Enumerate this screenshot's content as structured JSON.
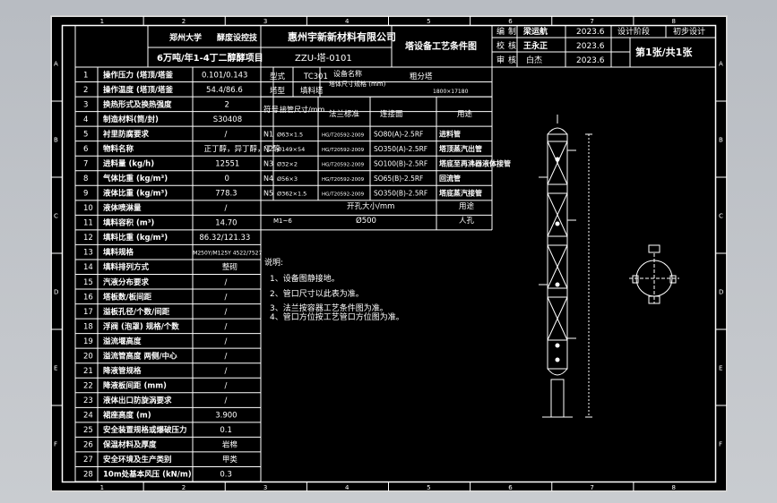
{
  "frame": {
    "columns": [
      "1",
      "2",
      "3",
      "4",
      "5",
      "6",
      "7",
      "8"
    ],
    "rows": [
      "A",
      "B",
      "C",
      "D",
      "E",
      "F"
    ]
  },
  "title_block": {
    "school": "郑州大学",
    "dept_label": "酵废设控技",
    "company": "惠州宇新新材料有限公司",
    "project": "6万吨/年1-4丁二醇酵项目",
    "drawing_no": "ZZU-塔-0101",
    "drawing_title": "塔设备工艺条件图",
    "role_draw": "编",
    "role_draw2": "制",
    "name_draw": "梁运航",
    "date_draw": "2023.6",
    "stage_label": "设计阶段",
    "stage_value": "初步设计",
    "role_check": "校",
    "role_check2": "核",
    "name_check": "王永正",
    "date_check": "2023.6",
    "role_review": "审",
    "role_review2": "核",
    "name_review": "白杰",
    "date_review": "2023.6",
    "sheet": "第1张/共1张"
  },
  "params": [
    {
      "no": "1",
      "name": "操作压力 (塔顶/塔釜",
      "value": "0.101/0.143"
    },
    {
      "no": "2",
      "name": "操作温度 (塔顶/塔釜",
      "value": "54.4/86.6"
    },
    {
      "no": "3",
      "name": "换热形式及换热强度",
      "value": "2"
    },
    {
      "no": "4",
      "name": "制造材料(筒/封)",
      "value": "S30408"
    },
    {
      "no": "5",
      "name": "衬里防腐要求",
      "value": "/"
    },
    {
      "no": "6",
      "name": "物料名称",
      "value": "正丁醇，异丁醇，丁醇"
    },
    {
      "no": "7",
      "name": "进料量 (kg/h)",
      "value": "12551"
    },
    {
      "no": "8",
      "name": "气体比重 (kg/m³)",
      "value": "0"
    },
    {
      "no": "9",
      "name": "液体比重 (kg/m³)",
      "value": "778.3"
    },
    {
      "no": "10",
      "name": "液体喷淋量",
      "value": "/"
    },
    {
      "no": "11",
      "name": "填料容积 (m³)",
      "value": "14.70"
    },
    {
      "no": "12",
      "name": "填料比重 (kg/m³)",
      "value": "86.32/121.33"
    },
    {
      "no": "13",
      "name": "填料规格",
      "value": "M250Y/M125Y 4522/7527"
    },
    {
      "no": "14",
      "name": "填料排列方式",
      "value": "整砌"
    },
    {
      "no": "15",
      "name": "汽液分布要求",
      "value": "/"
    },
    {
      "no": "16",
      "name": "塔板数/板间距",
      "value": "/"
    },
    {
      "no": "17",
      "name": "溢板孔径/个数/间距",
      "value": "/"
    },
    {
      "no": "18",
      "name": "浮阀 (泡罩) 规格/个数",
      "value": "/"
    },
    {
      "no": "19",
      "name": "溢流堰高度",
      "value": "/"
    },
    {
      "no": "20",
      "name": "溢流管高度 两侧/中心",
      "value": "/"
    },
    {
      "no": "21",
      "name": "降液管规格",
      "value": "/"
    },
    {
      "no": "22",
      "name": "降液板间距 (mm)",
      "value": "/"
    },
    {
      "no": "23",
      "name": "液体出口防旋涡要求",
      "value": "/"
    },
    {
      "no": "24",
      "name": "裙座高度 (m)",
      "value": "3.900"
    },
    {
      "no": "25",
      "name": "安全装置规格或爆破压力",
      "value": "0.1"
    },
    {
      "no": "26",
      "name": "保温材料及厚度",
      "value": "岩棉"
    },
    {
      "no": "27",
      "name": "安全环境及生产类别",
      "value": "甲类"
    },
    {
      "no": "28",
      "name": "10m处基本风压 (kN/m)",
      "value": "0.3"
    }
  ],
  "header_row": {
    "type_label": "型式",
    "type_value": "TC301",
    "equip_name_label": "设备名称",
    "equip_name_value": "粗分塔",
    "spec_label": "塔体尺寸规格 (mm)",
    "spec_value": "1800×17180",
    "model_label": "塔型",
    "model_value": "填料塔"
  },
  "nozzle_headers": {
    "sym": "符号",
    "size": "接管尺寸/mm",
    "std": "法兰标准",
    "face": "连接面",
    "use": "用途"
  },
  "nozzles": [
    {
      "sym": "N1",
      "size": "Ø63×1.5",
      "std": "HG/T20592-2009",
      "face": "SO80(A)-2.5RF",
      "use": "进料管"
    },
    {
      "sym": "N2",
      "size": "Ø149×54",
      "std": "HG/T20592-2009",
      "face": "SO350(A)-2.5RF",
      "use": "塔顶蒸汽出管"
    },
    {
      "sym": "N3",
      "size": "Ø32×2",
      "std": "HG/T20592-2009",
      "face": "SO100(B)-2.5RF",
      "use": "塔底至再沸器液体接管"
    },
    {
      "sym": "N4",
      "size": "Ø56×3",
      "std": "HG/T20592-2009",
      "face": "SO65(B)-2.5RF",
      "use": "回流管"
    },
    {
      "sym": "N5",
      "size": "Ø362×1.5",
      "std": "HG/T20592-2009",
      "face": "SO350(B)-2.5RF",
      "use": "塔底蒸汽接管"
    }
  ],
  "manhole": {
    "label": "开孔大小/mm",
    "use_label": "用途",
    "sym": "M1~6",
    "size": "Ø500",
    "use": "人孔"
  },
  "notes": {
    "title": "说明:",
    "items": [
      "1、设备图静接地。",
      "2、管口尺寸以此表为准。",
      "3、法兰按容器工艺条件图为准。",
      "4、管口方位按工艺管口方位图为准。"
    ]
  }
}
